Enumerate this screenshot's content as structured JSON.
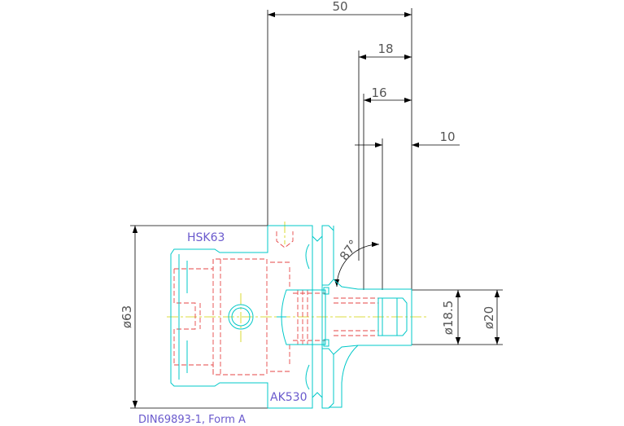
{
  "dimensions": {
    "overall_length": "50",
    "length_18": "18",
    "length_16": "16",
    "length_10": "10",
    "angle": "87°",
    "diameter_63": "ø63",
    "diameter_18_5": "ø18.5",
    "diameter_20": "ø20"
  },
  "labels": {
    "holder": "HSK63",
    "adapter": "AK530",
    "standard": "DIN69893-1, Form A"
  },
  "colors": {
    "outline": "#00c8c8",
    "hidden": "#e64646",
    "center": "#d2d200",
    "dimension": "#000000",
    "annotation": "#6a5acd"
  }
}
